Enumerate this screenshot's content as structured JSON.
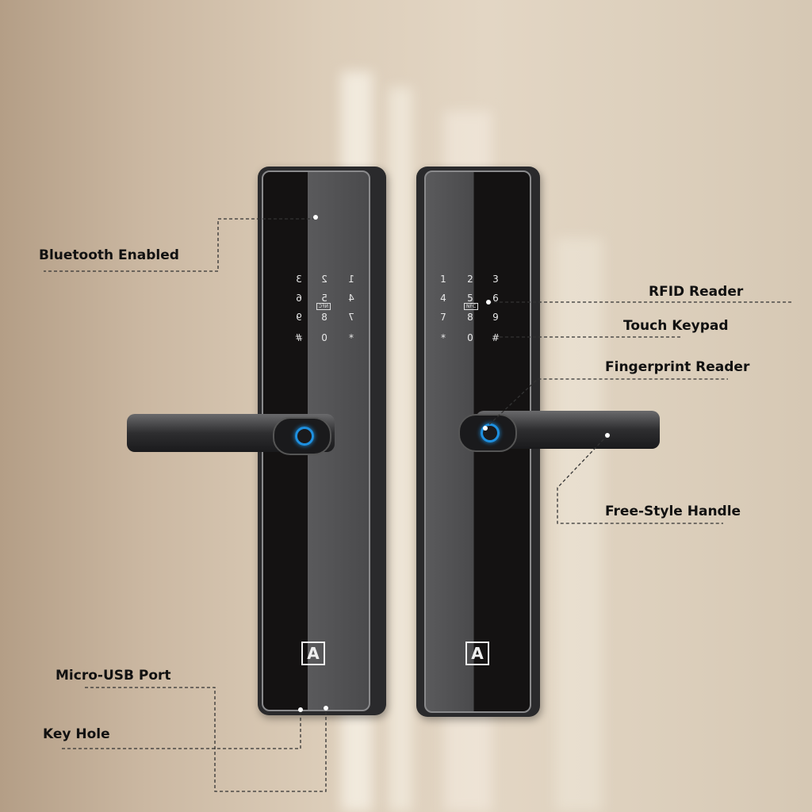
{
  "keypad": {
    "keys": [
      "1",
      "2",
      "3",
      "4",
      "5",
      "6",
      "7",
      "8",
      "9",
      "*",
      "0",
      "#"
    ],
    "nfc": "NFC"
  },
  "logo": {
    "letter": "A"
  },
  "colors": {
    "fingerprint_ring": "#1e90e0",
    "lock_body": "#2a2a2c"
  },
  "callouts": {
    "bluetooth": "Bluetooth Enabled",
    "rfid": "RFID Reader",
    "keypad": "Touch Keypad",
    "fingerprint": "Fingerprint Reader",
    "handle": "Free-Style Handle",
    "usb": "Micro-USB Port",
    "keyhole": "Key Hole"
  }
}
